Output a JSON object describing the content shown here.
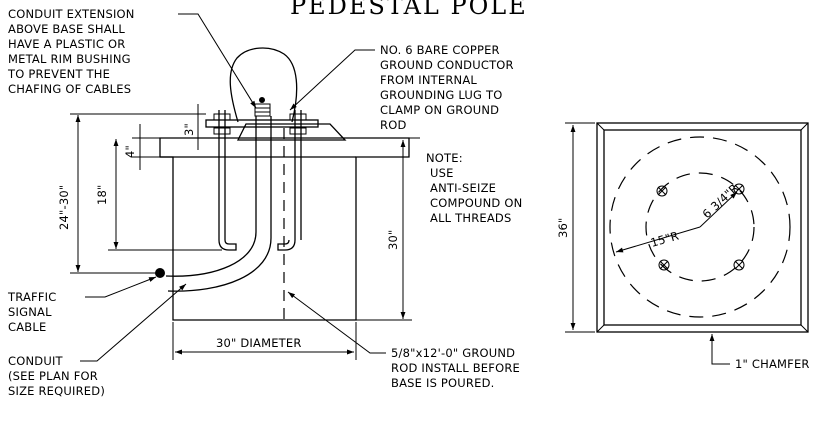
{
  "title": "PEDESTAL POLE",
  "notes": {
    "conduit_extension": [
      "CONDUIT EXTENSION",
      "ABOVE BASE SHALL",
      "HAVE A PLASTIC OR",
      "METAL RIM BUSHING",
      "TO PREVENT THE",
      "CHAFING OF CABLES"
    ],
    "ground_conductor": [
      "NO. 6 BARE COPPER",
      "GROUND CONDUCTOR",
      "FROM INTERNAL",
      "GROUNDING LUG TO",
      "CLAMP ON GROUND",
      "ROD"
    ],
    "note": [
      "NOTE:",
      "USE",
      "ANTI-SEIZE",
      "COMPOUND ON",
      "ALL THREADS"
    ],
    "traffic_signal_cable": [
      "TRAFFIC",
      "SIGNAL",
      "CABLE"
    ],
    "conduit": [
      "CONDUIT",
      "(SEE PLAN FOR",
      "SIZE REQUIRED)"
    ],
    "ground_rod": [
      "5/8\"x12'-0\" GROUND",
      "ROD INSTALL BEFORE",
      "BASE IS  POURED."
    ],
    "chamfer": "1\" CHAMFER"
  },
  "dimensions": {
    "overall_height": "24\"-30\"",
    "embed": "18\"",
    "top_4": "4\"",
    "top_3": "3\"",
    "base_depth": "30\"",
    "diameter": "30\" DIAMETER",
    "plan_width": "36\"",
    "bolt_radius": "6 3/4\"R",
    "circle_radius": "15\"R"
  }
}
